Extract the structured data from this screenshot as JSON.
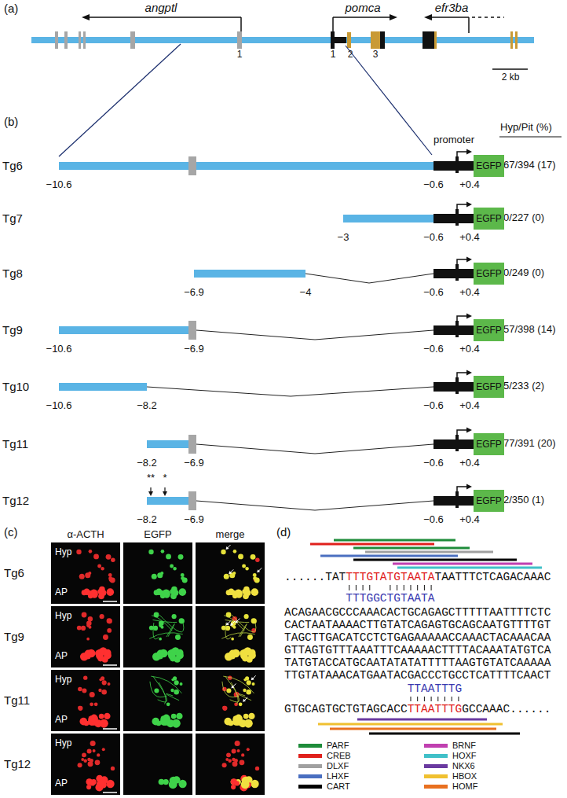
{
  "diagram": {
    "nodes": [
      {
        "text": [
          "EGFP"
        ]
      },
      {
        "text": [
          "EGFP"
        ]
      },
      {
        "text": [
          "EGFP"
        ]
      },
      {
        "text": [
          "EGFP"
        ]
      },
      {
        "text": [
          "EGFP"
        ]
      },
      {
        "text": [
          "EGFP"
        ]
      },
      {
        "text": [
          "EGFP"
        ]
      }
    ],
    "labels": [
      "(a)",
      "angptl",
      "pomca",
      "efr3ba",
      "1",
      "1",
      "2",
      "3",
      "2 kb",
      "(b)",
      "promoter",
      "Hyp/Pit (%)",
      "Tg6",
      "−10.6",
      "−0.6",
      "+0.4",
      "67/394 (17)",
      "Tg7",
      "−3",
      "−0.6",
      "+0.4",
      "0/227 (0)",
      "Tg8",
      "−6.9",
      "−4",
      "−0.6",
      "+0.4",
      "0/249 (0)",
      "Tg9",
      "−10.6",
      "−6.9",
      "−0.6",
      "+0.4",
      "57/398 (14)",
      "Tg10",
      "−10.6",
      "−8.2",
      "−0.6",
      "+0.4",
      "5/233 (2)",
      "Tg11",
      "−8.2",
      "−6.9",
      "−0.6",
      "+0.4",
      "77/391 (20)",
      "Tg12",
      "**",
      "*",
      "−8.2",
      "−6.9",
      "−0.6",
      "+0.4",
      "2/350 (1)",
      "(c)",
      "α-ACTH",
      "EGFP",
      "merge",
      "Tg6",
      "Hyp",
      "AP",
      "Tg9",
      "Hyp",
      "AP",
      "Tg11",
      "Hyp",
      "AP",
      "Tg12",
      "Hyp",
      "AP",
      "(d)",
      "......TAT",
      "TTTGTATGTAATA",
      "TAATTTCTCAGACAAAC",
      "TTTGGCTGTAATA",
      "ACAGAACGCCCAAACACTGCAGAGCTTTTTAATTTTCTC",
      "CACTAATAAAACTTGTATCAGAGTGCAGCAATGTTTTGT",
      "TAGCTTGACATCCTCTGAGAAAAACCAAACTACAAACAA",
      "GTTAGTGTTTAAATTTCAAAAACTTTTACAAATATGTCA",
      "TATGTACCATGCAATATATATTTTTAAGTGTATCAAAAA",
      "TTGTATAAACATGAATACGACCCTGCCTCATTTTCAACT",
      "TTAATTTG",
      "GTGCAGTGCTGTAGCACC",
      "TTAATTTG",
      "GCCAAAC......"
    ],
    "legend": [
      {
        "text": "PARF",
        "color": "#1e8c3a"
      },
      {
        "text": "BRNF",
        "color": "#c040b0"
      },
      {
        "text": "CREB",
        "color": "#e0201c"
      },
      {
        "text": "HOXF",
        "color": "#40c0c8"
      },
      {
        "text": "DLXF",
        "color": "#a0a0a0"
      },
      {
        "text": "NKX6",
        "color": "#6a3aa0"
      },
      {
        "text": "LHXF",
        "color": "#4a6fc0"
      },
      {
        "text": "HBOX",
        "color": "#f0c030"
      },
      {
        "text": "CART",
        "color": "#000000"
      },
      {
        "text": "HOMF",
        "color": "#e87020"
      }
    ]
  }
}
